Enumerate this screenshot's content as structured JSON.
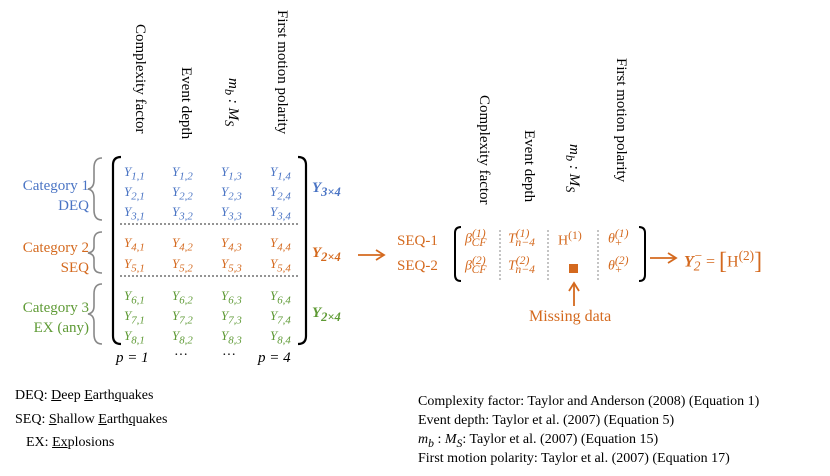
{
  "colors": {
    "cat1": "#4A74C4",
    "cat2": "#D4691E",
    "cat3": "#5E9A35"
  },
  "left": {
    "headers": [
      "Complexity factor",
      "Event depth",
      "m_b : M_S",
      "First motion polarity"
    ],
    "categories": [
      {
        "name": "Category 1",
        "sub": "DEQ",
        "rows": [
          [
            "Y1,1",
            "Y1,2",
            "Y1,3",
            "Y1,4"
          ],
          [
            "Y2,1",
            "Y2,2",
            "Y2,3",
            "Y2,4"
          ],
          [
            "Y3,1",
            "Y3,2",
            "Y3,3",
            "Y3,4"
          ]
        ],
        "label": "Y3×4"
      },
      {
        "name": "Category 2",
        "sub": "SEQ",
        "rows": [
          [
            "Y4,1",
            "Y4,2",
            "Y4,3",
            "Y4,4"
          ],
          [
            "Y5,1",
            "Y5,2",
            "Y5,3",
            "Y5,4"
          ]
        ],
        "label": "Y2×4"
      },
      {
        "name": "Category 3",
        "sub": "EX (any)",
        "rows": [
          [
            "Y6,1",
            "Y6,2",
            "Y6,3",
            "Y6,4"
          ],
          [
            "Y7,1",
            "Y7,2",
            "Y7,3",
            "Y7,4"
          ],
          [
            "Y8,1",
            "Y8,2",
            "Y8,3",
            "Y8,4"
          ]
        ],
        "label": "Y2×4"
      }
    ],
    "p_labels": [
      "p = 1",
      "···",
      "···",
      "p = 4"
    ]
  },
  "right": {
    "headers": [
      "Complexity factor",
      "Event depth",
      "m_b : M_S",
      "First motion polarity"
    ],
    "row_labels": [
      "SEQ-1",
      "SEQ-2"
    ],
    "rows": [
      [
        "β(1)CF",
        "T(1)n−4",
        "H(1)",
        "θ(1)+"
      ],
      [
        "β(2)CF",
        "T(2)n−4",
        "■",
        "θ(2)+"
      ]
    ],
    "missing_label": "Missing data",
    "result": "Y−2 = [H(2)]"
  },
  "legend": [
    {
      "abbr": "DEQ",
      "full": "Deep Earthquakes"
    },
    {
      "abbr": "SEQ",
      "full": "Shallow Earthquakes"
    },
    {
      "abbr": "EX",
      "full": "Explosions"
    }
  ],
  "references": [
    "Complexity factor: Taylor and Anderson (2008) (Equation 1)",
    "Event depth: Taylor et al. (2007) (Equation 5)",
    "m_b : M_S: Taylor et al. (2007) (Equation 15)",
    "First motion polarity: Taylor et al. (2007) (Equation 17)"
  ]
}
